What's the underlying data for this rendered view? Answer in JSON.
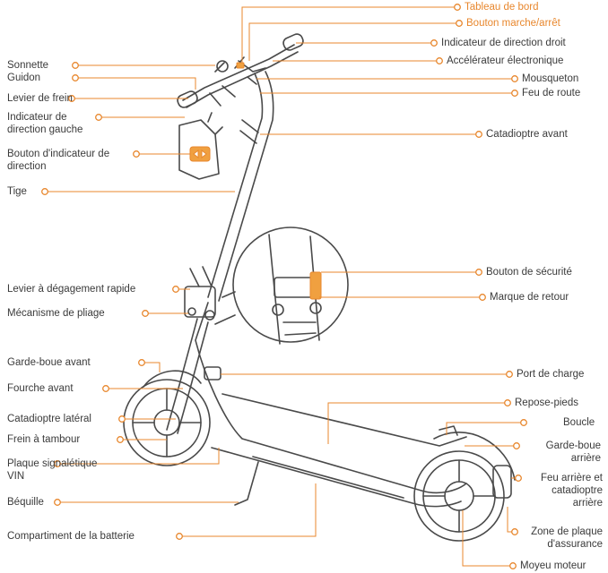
{
  "colors": {
    "accent": "#e8872d",
    "text": "#3a3a3a",
    "line": "#4a4a4a",
    "highlight": "#f0a040"
  },
  "labels_right": [
    {
      "id": "tableau-de-bord",
      "text": "Tableau de bord",
      "highlight": true
    },
    {
      "id": "bouton-marche-arret",
      "text": "Bouton marche/arrêt",
      "highlight": true
    },
    {
      "id": "indicateur-direction-droit",
      "text": "Indicateur de direction droit"
    },
    {
      "id": "accelerateur-electronique",
      "text": "Accélérateur électronique"
    },
    {
      "id": "mousqueton",
      "text": "Mousqueton"
    },
    {
      "id": "feu-de-route",
      "text": "Feu de route"
    },
    {
      "id": "catadioptre-avant",
      "text": "Catadioptre avant"
    },
    {
      "id": "bouton-de-securite",
      "text": "Bouton de sécurité"
    },
    {
      "id": "marque-de-retour",
      "text": "Marque de retour"
    },
    {
      "id": "port-de-charge",
      "text": "Port de charge"
    },
    {
      "id": "repose-pieds",
      "text": "Repose-pieds"
    },
    {
      "id": "boucle",
      "text": "Boucle"
    },
    {
      "id": "garde-boue-arriere",
      "text": "Garde-boue arrière"
    },
    {
      "id": "feu-arriere-catadioptre",
      "text": "Feu arrière et catadioptre arrière"
    },
    {
      "id": "zone-plaque-assurance",
      "text": "Zone de plaque d'assurance"
    },
    {
      "id": "moyeu-moteur",
      "text": "Moyeu moteur"
    }
  ],
  "labels_left": [
    {
      "id": "sonnette",
      "text": "Sonnette"
    },
    {
      "id": "guidon",
      "text": "Guidon"
    },
    {
      "id": "levier-de-frein",
      "text": "Levier de frein"
    },
    {
      "id": "indicateur-direction-gauche",
      "text": "Indicateur de direction gauche"
    },
    {
      "id": "bouton-indicateur-direction",
      "text": "Bouton d'indicateur de direction"
    },
    {
      "id": "tige",
      "text": "Tige"
    },
    {
      "id": "levier-degagement-rapide",
      "text": "Levier à dégagement rapide"
    },
    {
      "id": "mecanisme-de-pliage",
      "text": "Mécanisme de pliage"
    },
    {
      "id": "garde-boue-avant",
      "text": "Garde-boue avant"
    },
    {
      "id": "fourche-avant",
      "text": "Fourche avant"
    },
    {
      "id": "catadioptre-lateral",
      "text": "Catadioptre latéral"
    },
    {
      "id": "frein-a-tambour",
      "text": "Frein à tambour"
    },
    {
      "id": "plaque-signaletique-vin",
      "text": "Plaque signalétique VIN"
    },
    {
      "id": "bequille",
      "text": "Béquille"
    },
    {
      "id": "compartiment-batterie",
      "text": "Compartiment de la batterie"
    }
  ]
}
